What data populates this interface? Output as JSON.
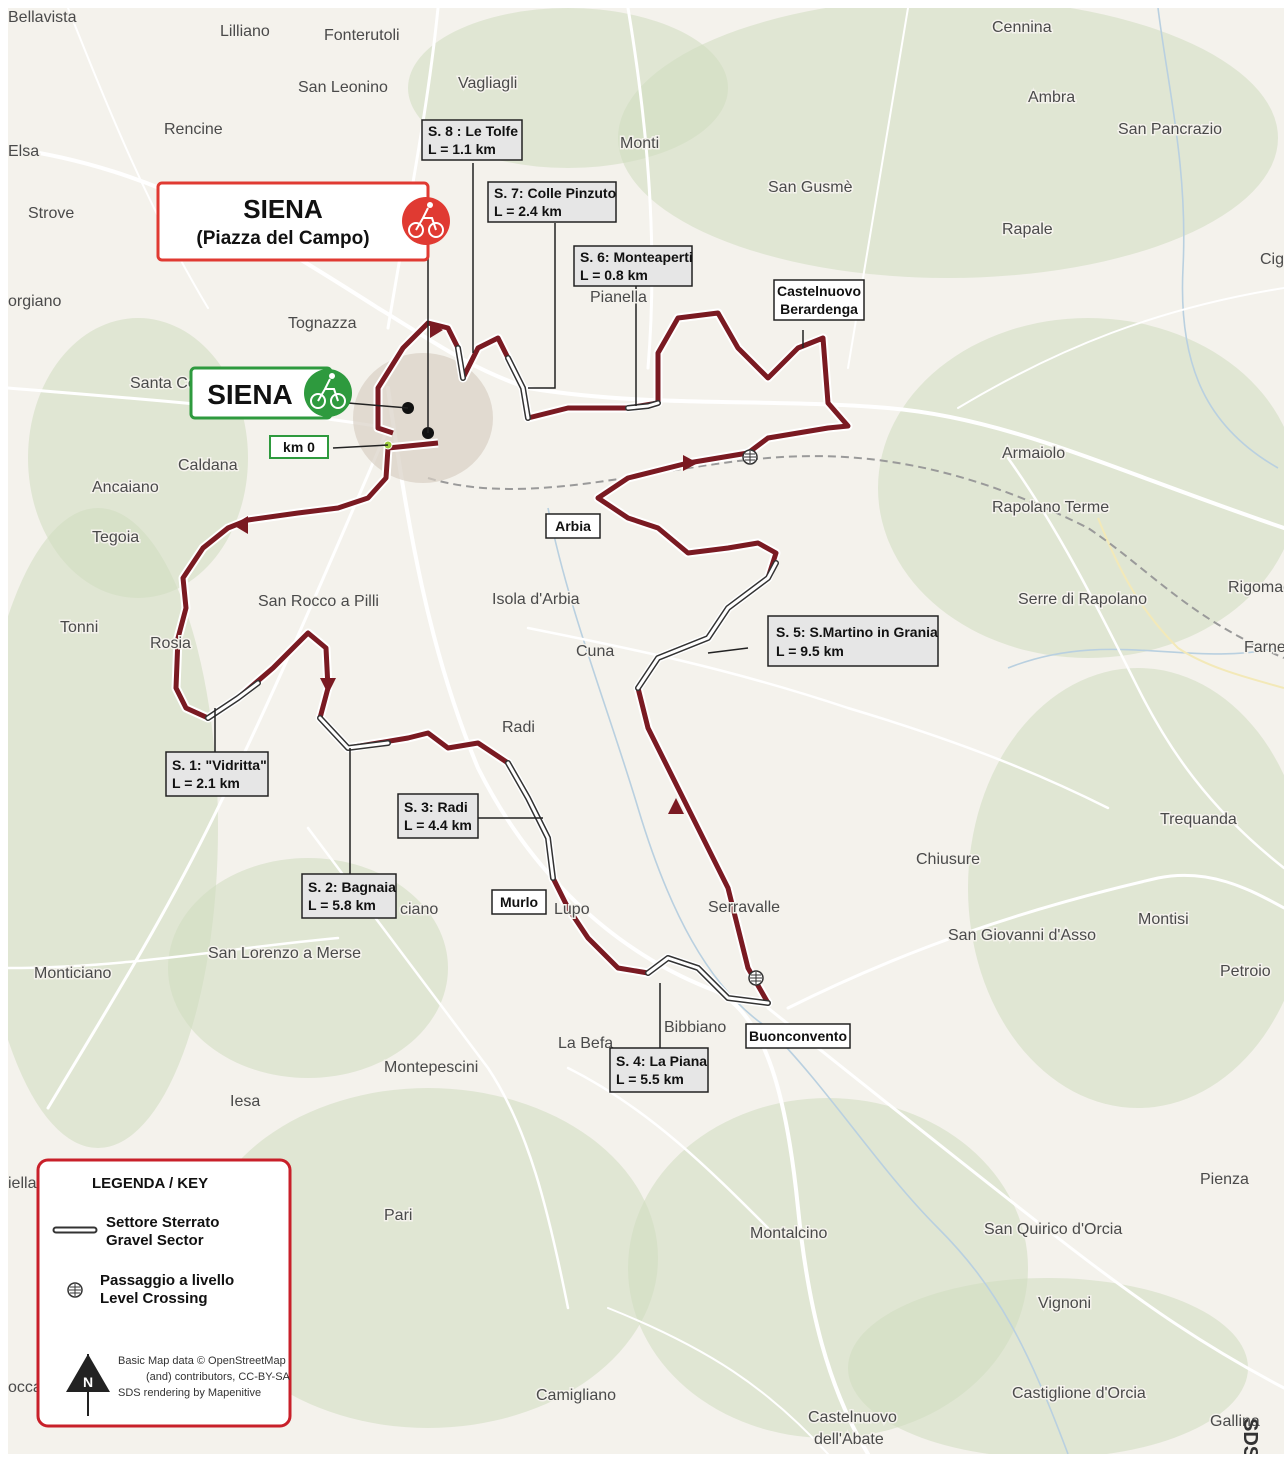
{
  "start": {
    "town": "SIENA",
    "place": "(Piazza del Campo)"
  },
  "start_label": "SIENA",
  "km0_label": "km 0",
  "sectors": [
    {
      "id": "s1",
      "line1": "S. 1: \"Vidritta\"",
      "line2": "L = 2.1 km"
    },
    {
      "id": "s2",
      "line1": "S. 2: Bagnaia",
      "line2": "L = 5.8 km"
    },
    {
      "id": "s3",
      "line1": "S. 3: Radi",
      "line2": "L = 4.4 km"
    },
    {
      "id": "s4",
      "line1": "S. 4: La Piana",
      "line2": "L = 5.5 km"
    },
    {
      "id": "s5",
      "line1": "S. 5: S.Martino in Grania",
      "line2": "L = 9.5 km"
    },
    {
      "id": "s6",
      "line1": "S. 6: Monteaperti",
      "line2": "L = 0.8 km"
    },
    {
      "id": "s7",
      "line1": "S. 7: Colle Pinzuto",
      "line2": "L = 2.4 km"
    },
    {
      "id": "s8",
      "line1": "S. 8 : Le Tolfe",
      "line2": "L = 1.1 km"
    }
  ],
  "towns_boxed": {
    "castelnuovo_1": "Castelnuovo",
    "castelnuovo_2": "Berardenga",
    "arbia": "Arbia",
    "murlo": "Murlo",
    "buonconvento": "Buonconvento"
  },
  "places": {
    "bellavista": "Bellavista",
    "lilliano": "Lilliano",
    "fonterutoli": "Fonterutoli",
    "cennina": "Cennina",
    "san_leonino": "San Leonino",
    "vagliagli": "Vagliagli",
    "ambra": "Ambra",
    "rencine": "Rencine",
    "monti": "Monti",
    "san_pancrazio": "San Pancrazio",
    "elsa": "Elsa",
    "strove": "Strove",
    "san_gusme": "San Gusmè",
    "rapale": "Rapale",
    "cig": "Cig",
    "pianella": "Pianella",
    "orgiano": "orgiano",
    "tognazza": "Tognazza",
    "santa_co": "Santa Co",
    "caldana": "Caldana",
    "ancaiano": "Ancaiano",
    "armaiolo": "Armaiolo",
    "rapolano_terme": "Rapolano Terme",
    "tegoia": "Tegoia",
    "san_rocco": "San Rocco a Pilli",
    "isola_arbia": "Isola d'Arbia",
    "serre": "Serre di Rapolano",
    "rigomag": "Rigomag",
    "tonni": "Tonni",
    "rosia": "Rosia",
    "cuna": "Cuna",
    "farnet": "Farnet",
    "radi": "Radi",
    "trequanda": "Trequanda",
    "chiusure": "Chiusure",
    "ciano": "ciano",
    "lupo": "Lupo",
    "serravalle": "Serravalle",
    "montisi": "Montisi",
    "san_giovanni": "San Giovanni d'Asso",
    "san_lorenzo": "San Lorenzo a Merse",
    "monticiano": "Monticiano",
    "petroio": "Petroio",
    "bibbiano": "Bibbiano",
    "la_befa": "La Befa",
    "montepescini": "Montepescini",
    "iesa": "Iesa",
    "pienza": "Pienza",
    "pari": "Pari",
    "montalcino": "Montalcino",
    "san_quirico": "San Quirico d'Orcia",
    "vignoni": "Vignoni",
    "camigliano": "Camigliano",
    "castiglione": "Castiglione d'Orcia",
    "castelnuovo_abate_1": "Castelnuovo",
    "castelnuovo_abate_2": "dell'Abate",
    "gallina": "Gallina",
    "iella": "iella",
    "occa": "occa"
  },
  "legend": {
    "title": "LEGENDA / KEY",
    "gravel_1": "Settore Sterrato",
    "gravel_2": "Gravel Sector",
    "crossing_1": "Passaggio a livello",
    "crossing_2": "Level Crossing",
    "north": "N",
    "credit_1": "Basic Map data © OpenStreetMap",
    "credit_2": "(and) contributors, CC-BY-SA",
    "credit_3": "SDS rendering by Mapenitive"
  },
  "brand": "SDS",
  "colors": {
    "route": "#7a1a22",
    "gravel": "#ffffff",
    "start_red": "#e03a32",
    "start_green": "#2e9a3e",
    "map_bg": "#f4f2ec"
  }
}
